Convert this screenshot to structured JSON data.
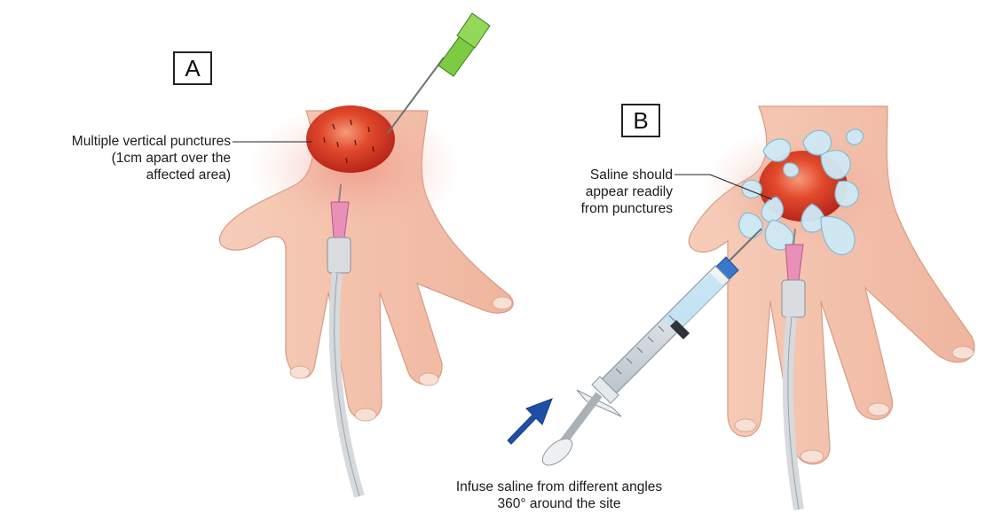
{
  "panels": {
    "a": {
      "label": "A",
      "callout": [
        "Multiple vertical punctures",
        "(1cm apart over the",
        "affected area)"
      ]
    },
    "b": {
      "label": "B",
      "callout": [
        "Saline should",
        "appear readily",
        "from punctures"
      ]
    }
  },
  "caption": [
    "Infuse saline from different angles",
    "360° around the site"
  ],
  "colors": {
    "skin": "#f4c2ad",
    "skin_shadow": "#e3a38b",
    "wound": "#d9331f",
    "needle_hub": "#6cc13a",
    "cannula_pink": "#e98fb8",
    "saline": "#bfe3f3",
    "arrow": "#1f4fa8"
  },
  "icons": [
    "needle-icon",
    "cannula-icon",
    "syringe-icon",
    "up-arrow-icon"
  ]
}
